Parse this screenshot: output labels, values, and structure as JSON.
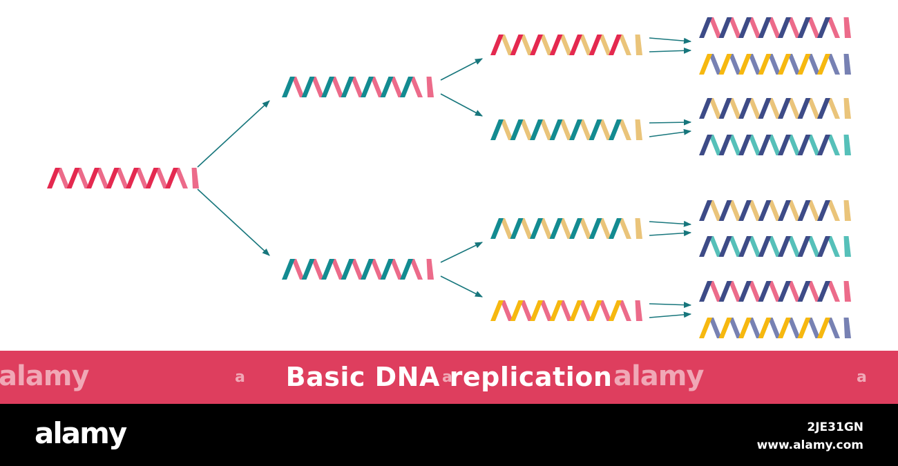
{
  "title": "Basic DNA replication",
  "colors": {
    "background": "#ffffff",
    "title_band": "#de3e5e",
    "title_text": "#ffffff",
    "footer": "#000000",
    "arrow": "#17767c",
    "red": "#e4294f",
    "pink": "#ec6b8a",
    "teal": "#138b91",
    "aqua": "#56c0b9",
    "yellow": "#f6b810",
    "sand": "#eac47a",
    "navy": "#3d4b87",
    "lavender": "#7781b3"
  },
  "generations": [
    {
      "name": "parent",
      "strands": [
        {
          "back": "pink",
          "front": "red"
        }
      ]
    },
    {
      "name": "generation-1",
      "strands": [
        {
          "back": "pink",
          "front": "teal"
        },
        {
          "back": "pink",
          "front": "teal"
        }
      ]
    },
    {
      "name": "generation-2",
      "strands": [
        {
          "back": "sand",
          "front": "red"
        },
        {
          "back": "sand",
          "front": "teal"
        },
        {
          "back": "sand",
          "front": "teal"
        },
        {
          "back": "pink",
          "front": "yellow"
        }
      ]
    },
    {
      "name": "generation-3",
      "strands": [
        {
          "back": "pink",
          "front": "navy"
        },
        {
          "back": "lavender",
          "front": "yellow"
        },
        {
          "back": "sand",
          "front": "navy"
        },
        {
          "back": "aqua",
          "front": "navy"
        },
        {
          "back": "sand",
          "front": "navy"
        },
        {
          "back": "aqua",
          "front": "navy"
        },
        {
          "back": "pink",
          "front": "navy"
        },
        {
          "back": "lavender",
          "front": "yellow"
        }
      ]
    }
  ],
  "watermark": {
    "text": "alamy",
    "small_text": "a",
    "image_id": "2JE31GN",
    "url": "www.alamy.com"
  }
}
